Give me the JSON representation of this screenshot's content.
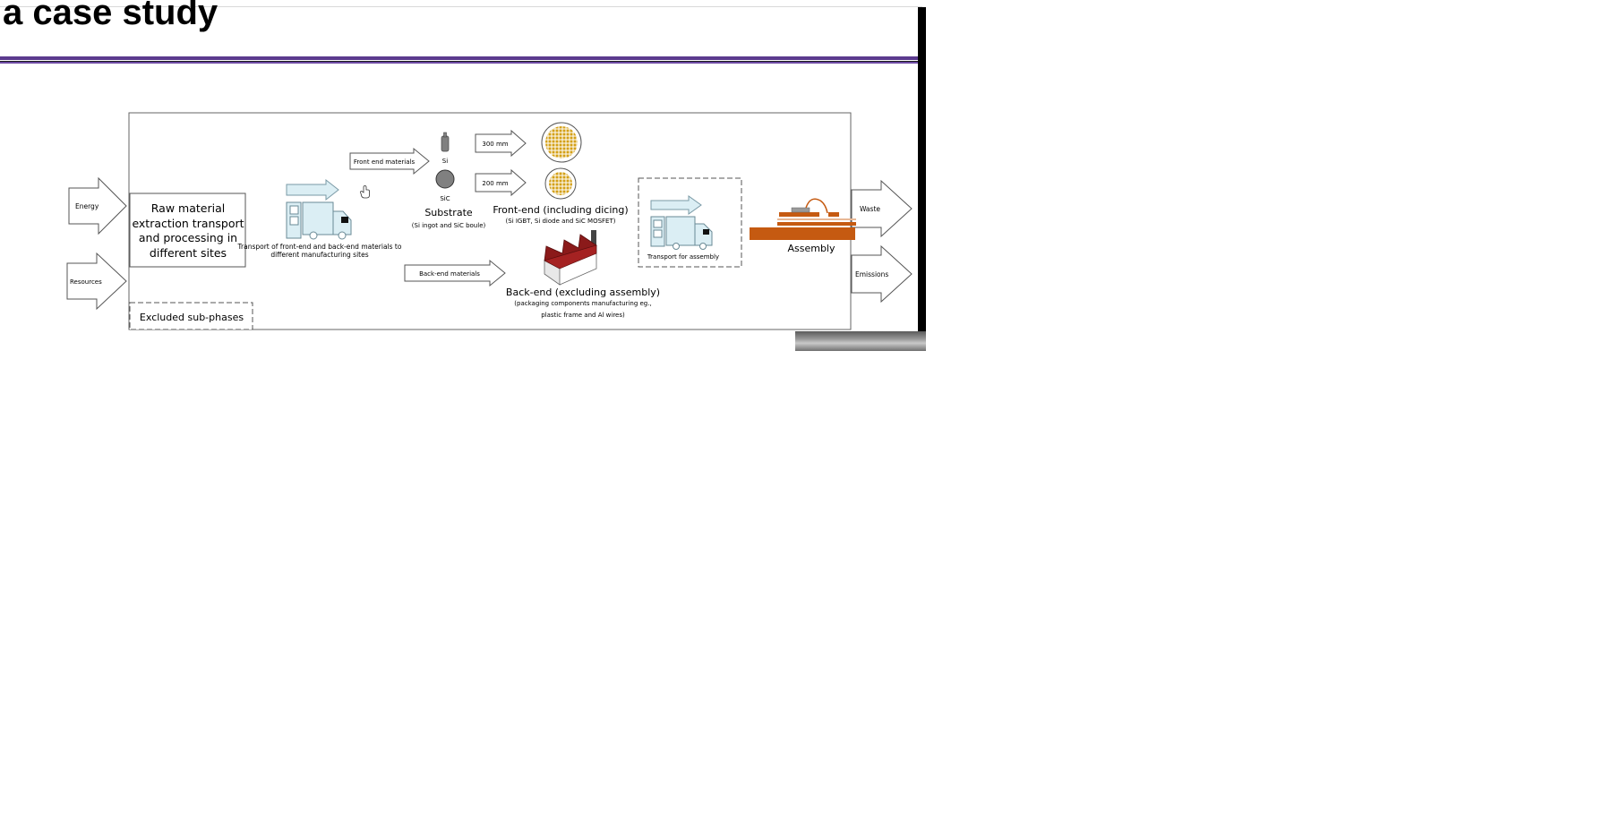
{
  "slide": {
    "title": "a case study"
  },
  "diagram": {
    "inputs": {
      "energy": "Energy",
      "resources": "Resources"
    },
    "outputs": {
      "waste": "Waste",
      "emissions": "Emissions"
    },
    "raw_material_lines": [
      "Raw material",
      "extraction transport",
      "and processing in",
      "different sites"
    ],
    "excluded_label": "Excluded sub-phases",
    "transport_caption_lines": [
      "Transport of front-end and back-end materials to",
      "different manufacturing sites"
    ],
    "front_end_materials": "Front end materials",
    "back_end_materials": "Back-end materials",
    "si_label": "Si",
    "sic_label": "SiC",
    "substrate_title": "Substrate",
    "substrate_caption": "(Si ingot and SiC boule)",
    "wafer_300": "300 mm",
    "wafer_200": "200 mm",
    "front_end_title": "Front-end (including dicing)",
    "front_end_caption": "(Si IGBT, Si diode and SiC MOSFET)",
    "back_end_title": "Back-end (excluding assembly)",
    "back_end_caption_lines": [
      "(packaging components manufacturing eg.,",
      "plastic frame and Al wires)"
    ],
    "transport_assembly": "Transport for assembly",
    "assembly_title": "Assembly"
  },
  "colors": {
    "accent_purple": "#5b3a8e",
    "copper": "#c55a11",
    "factory_red": "#8b1a1a",
    "truck_fill": "#dbeef4",
    "wafer_die": "#d4a017"
  },
  "icons": [
    "truck-icon",
    "silicon-ingot-icon",
    "sic-boule-icon",
    "wafer-300mm-icon",
    "wafer-200mm-icon",
    "factory-icon",
    "power-module-icon",
    "hand-cursor-icon"
  ]
}
